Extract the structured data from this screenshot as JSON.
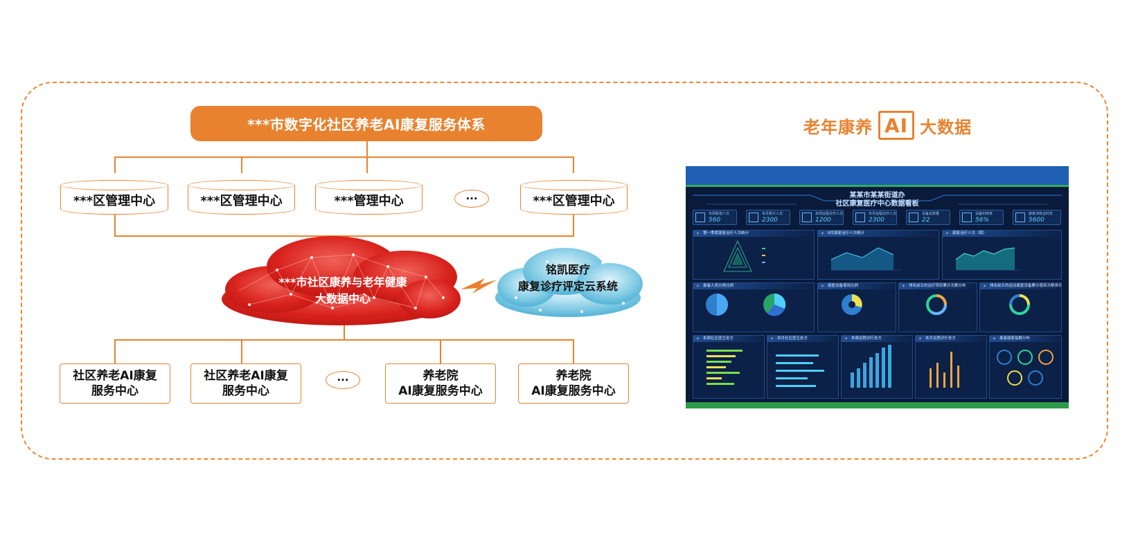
{
  "system_title": "***市数字化社区养老AI康复服务体系",
  "management_centers": [
    {
      "label": "***区管理中心"
    },
    {
      "label": "***区管理中心"
    },
    {
      "label": "***管理中心"
    },
    {
      "label": "***区管理中心"
    }
  ],
  "ellipsis": "···",
  "big_data_center": {
    "line1": "***市社区康养与老年健康",
    "line2": "大数据中心"
  },
  "cloud_system": {
    "line1": "铭凯医疗",
    "line2": "康复诊疗评定云系统"
  },
  "service_centers": [
    {
      "line1": "社区养老AI康复",
      "line2": "服务中心"
    },
    {
      "line1": "社区养老AI康复",
      "line2": "服务中心"
    },
    {
      "line1": "养老院",
      "line2": "AI康复服务中心"
    },
    {
      "line1": "养老院",
      "line2": "AI康复服务中心"
    }
  ],
  "brand": {
    "left": "老年康养",
    "ai": "AI",
    "right": "大数据"
  },
  "dashboard": {
    "title_top": "某某市某某街道办",
    "title_main": "社区康复医疗中心数据看板",
    "kpis": [
      {
        "label": "本周新增人次",
        "value": "560"
      },
      {
        "label": "本月累计人次",
        "value": "2300"
      },
      {
        "label": "本周远程诊疗人次",
        "value": "1200"
      },
      {
        "label": "本月远程诊疗人次",
        "value": "2300"
      },
      {
        "label": "设备总数量",
        "value": "22"
      },
      {
        "label": "设备利用率",
        "value": "56%"
      },
      {
        "label": "康复训练总时长",
        "value": "5600"
      }
    ],
    "panels_row1": [
      "第一季度康复治疗人次统计",
      "8月康复治疗人次统计",
      "康复治疗人次（周）"
    ],
    "panels_row2": [
      "患者人员分类比例",
      "康复设备使用比例",
      "排名前五的治疗项目累计次数分布",
      "排名前五的运动康复设备累计使用次数排名"
    ],
    "panels_row3": [
      "本周社区医生处方",
      "本月社区医生处方",
      "本周远程诊疗处方",
      "本月远程诊疗处方",
      "患者康复指数分布"
    ]
  }
}
